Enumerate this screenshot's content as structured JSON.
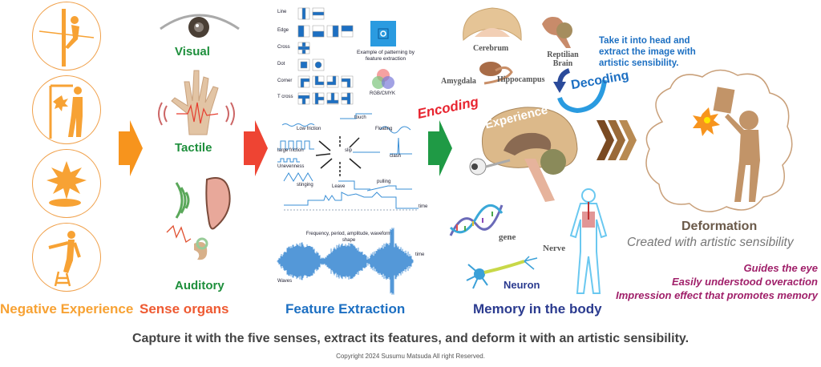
{
  "stages": {
    "negative_experience": {
      "title": "Negative Experience",
      "color": "#f7a234"
    },
    "sense_organs": {
      "title": "Sense organs",
      "color": "#ee5a32",
      "items": [
        "Visual",
        "Tactile",
        "Auditory"
      ],
      "label_color": "#1e8f3c"
    },
    "feature_extraction": {
      "title": "Feature Extraction",
      "color": "#1c6fc2"
    },
    "memory": {
      "title": "Memory in the body",
      "color": "#2b3b8f"
    },
    "deformation": {
      "title": "Deformation",
      "subtitle": "Created with artistic sensibility",
      "color": "#6b5a4a"
    }
  },
  "patterning": {
    "rows": [
      "Line",
      "Edge",
      "Cross",
      "Dot",
      "Corner",
      "T cross"
    ],
    "example_caption": "Example of patterning by feature extraction",
    "color_caption": "RGB/CMYK"
  },
  "tactile_features": {
    "center": "slip",
    "labels": [
      "touch",
      "Low friction",
      "Floating",
      "large friction",
      "clash",
      "Unevenness",
      "stinging",
      "Leave",
      "pulling",
      "time"
    ]
  },
  "waves": {
    "caption": "Frequency, period, amplitude, waveform shape",
    "label": "Waves",
    "axis": "time"
  },
  "brain": {
    "parts": [
      "Cerebrum",
      "Reptilian Brain",
      "Amygdala",
      "Hippocampus"
    ],
    "center_label": "Experience",
    "encoding": "Encoding",
    "decoding": "Decoding",
    "take_note": "Take it into head and extract the image with artistic sensibility."
  },
  "body": {
    "gene": "gene",
    "nerve": "Nerve",
    "neuron": "Neuron"
  },
  "effects": [
    "Guides the eye",
    "Easily understood overaction",
    "Impression effect that promotes memory"
  ],
  "footer": {
    "tagline": "Capture it with the five senses, extract its features, and deform it with an artistic sensibility.",
    "copyright": "Copyright 2024 Susumu Matsuda All right Reserved."
  },
  "colors": {
    "orange": "#f7a234",
    "red_arrow": "#ee4433",
    "green_arrow": "#1f9a45",
    "blue": "#1c6fc2",
    "encoding_red": "#e8242f",
    "brown": "#8a5a30",
    "purple": "#a0206a"
  }
}
